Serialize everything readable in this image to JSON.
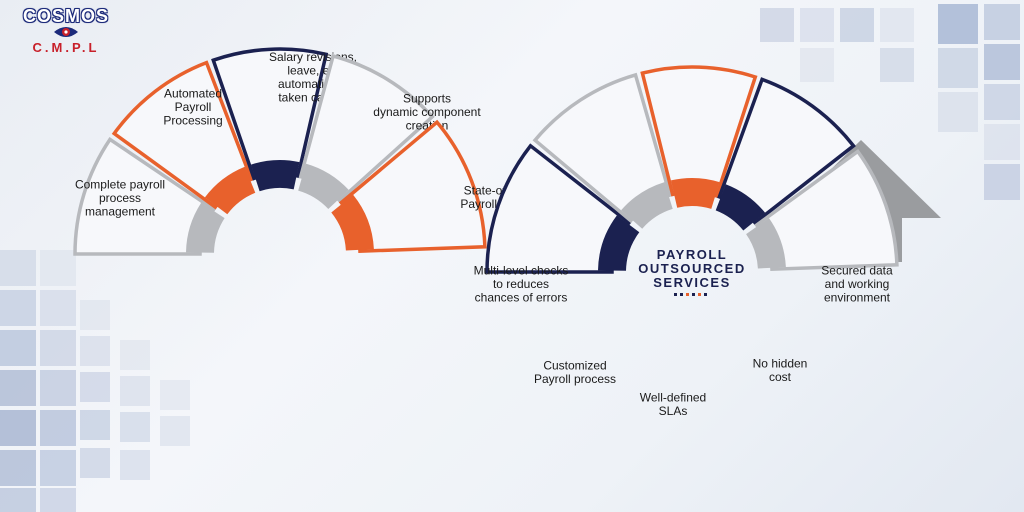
{
  "logo": {
    "name": "COSMOS",
    "subtitle": "C.M.P.L"
  },
  "center": {
    "line1": "PAYROLL",
    "line2": "OUTSOURCED",
    "line3": "SERVICES"
  },
  "colors": {
    "navy": "#1b2150",
    "orange": "#e8612c",
    "gray": "#b7b9bd",
    "text": "#1a1a1a"
  },
  "segments": [
    {
      "lines": [
        "Complete payroll",
        "process",
        "management"
      ]
    },
    {
      "lines": [
        "Automated",
        "Payroll",
        "Processing"
      ]
    },
    {
      "lines": [
        "Salary revisions,",
        "leave, etc",
        "automatically",
        "taken care of"
      ]
    },
    {
      "lines": [
        "Supports",
        "dynamic component",
        "creation"
      ]
    },
    {
      "lines": [
        "State-of-the-art",
        "Payroll Software"
      ]
    },
    {
      "lines": [
        "Multi-level checks",
        "to reduces",
        "chances of errors"
      ]
    },
    {
      "lines": [
        "Customized",
        "Payroll process"
      ]
    },
    {
      "lines": [
        "Well-defined",
        "SLAs"
      ]
    },
    {
      "lines": [
        "No hidden",
        "cost"
      ]
    },
    {
      "lines": [
        "Secured data",
        "and working",
        "environment"
      ]
    }
  ]
}
